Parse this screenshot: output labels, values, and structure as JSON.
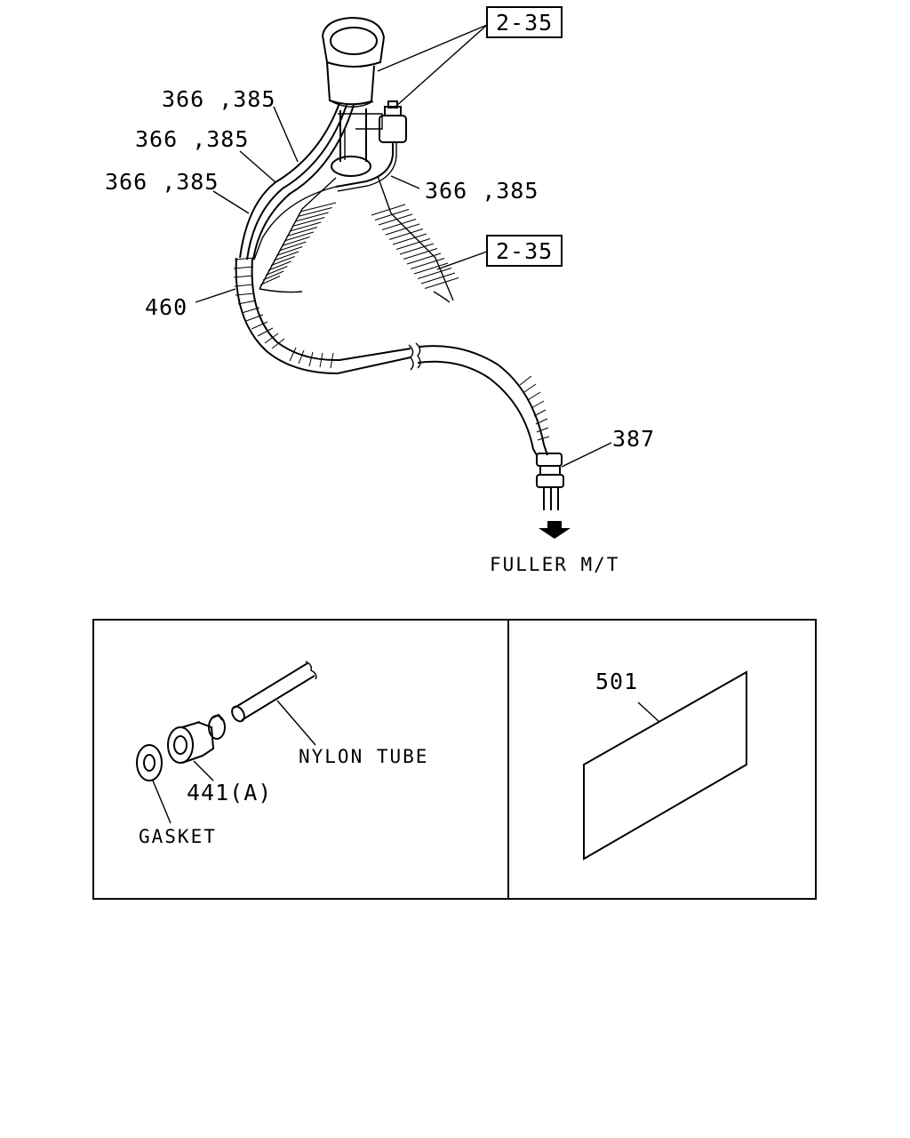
{
  "main_view": {
    "ref_box_top": "2-35",
    "ref_box_mid": "2-35",
    "label_a": "366 ,385",
    "label_b": "366 ,385",
    "label_c": "366 ,385",
    "label_d": "366 ,385",
    "label_hose": "460",
    "label_connector": "387",
    "direction_label": "FULLER M/T"
  },
  "detail_left": {
    "tube_label": "NYLON TUBE",
    "fitting_label": "441(A)",
    "gasket_label": "GASKET"
  },
  "detail_right": {
    "plate_label": "501"
  }
}
